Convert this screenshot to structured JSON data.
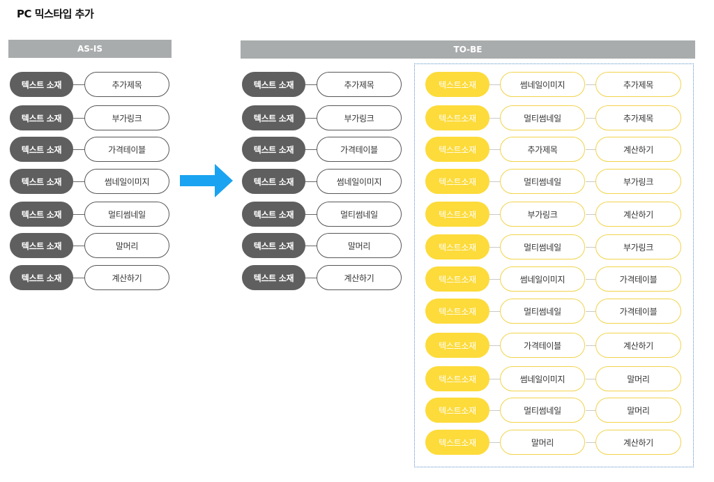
{
  "title": "PC 믹스타입 추가",
  "as_is": {
    "header": "AS-IS",
    "rows": [
      {
        "left": "텍스트 소재",
        "right": "추가제목"
      },
      {
        "left": "텍스트 소재",
        "right": "부가링크"
      },
      {
        "left": "텍스트 소재",
        "right": "가격테이블"
      },
      {
        "left": "텍스트 소재",
        "right": "썸네일이미지"
      },
      {
        "left": "텍스트 소재",
        "right": "멀티썸네일"
      },
      {
        "left": "텍스트 소재",
        "right": "말머리"
      },
      {
        "left": "텍스트 소재",
        "right": "계산하기"
      }
    ]
  },
  "to_be": {
    "header": "TO-BE",
    "rows": [
      {
        "left": "텍스트 소재",
        "right": "추가제목"
      },
      {
        "left": "텍스트 소재",
        "right": "부가링크"
      },
      {
        "left": "텍스트 소재",
        "right": "가격테이블"
      },
      {
        "left": "텍스트 소재",
        "right": "썸네일이미지"
      },
      {
        "left": "텍스트 소재",
        "right": "멀티썸네일"
      },
      {
        "left": "텍스트 소재",
        "right": "말머리"
      },
      {
        "left": "텍스트 소재",
        "right": "계산하기"
      }
    ],
    "mix_rows": [
      {
        "lead": "텍스트소재",
        "first": "썸네일이미지",
        "second": "추가제목"
      },
      {
        "lead": "텍스트소재",
        "first": "멀티썸네일",
        "second": "추가제목"
      },
      {
        "lead": "텍스트소재",
        "first": "추가제목",
        "second": "계산하기"
      },
      {
        "lead": "텍스트소재",
        "first": "멀티썸네일",
        "second": "부가링크"
      },
      {
        "lead": "텍스트소재",
        "first": "부가링크",
        "second": "계산하기"
      },
      {
        "lead": "텍스트소재",
        "first": "멀티썸네일",
        "second": "부가링크"
      },
      {
        "lead": "텍스트소재",
        "first": "썸네일이미지",
        "second": "가격테이블"
      },
      {
        "lead": "텍스트소재",
        "first": "멀티썸네일",
        "second": "가격테이블"
      },
      {
        "lead": "텍스트소재",
        "first": "가격테이블",
        "second": "계산하기"
      },
      {
        "lead": "텍스트소재",
        "first": "썸네일이미지",
        "second": "말머리"
      },
      {
        "lead": "텍스트소재",
        "first": "멀티썸네일",
        "second": "말머리"
      },
      {
        "lead": "텍스트소재",
        "first": "말머리",
        "second": "계산하기"
      }
    ]
  },
  "colors": {
    "dark_pill": "#5f5f5f",
    "yellow_pill": "#fddb3a",
    "header_bg": "#a9acad",
    "arrow": "#1aa3f0",
    "dashed_border": "#5b8fc9"
  },
  "arrow_icon": "right-arrow-icon"
}
